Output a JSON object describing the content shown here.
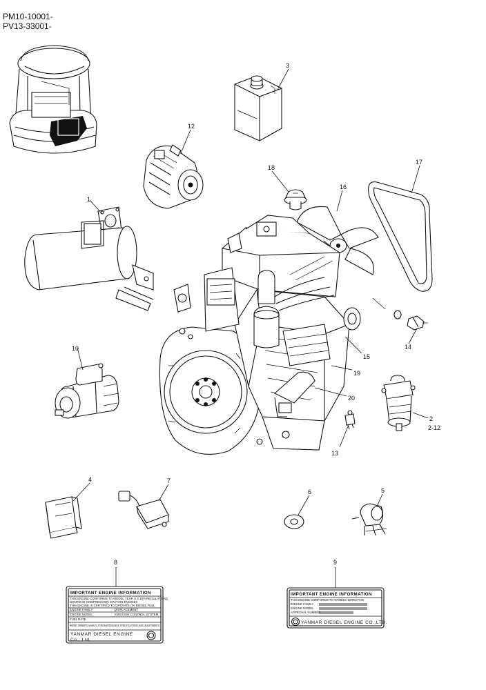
{
  "header": {
    "serial_line_1": "PM10-10001-",
    "serial_line_2": "PV13-33001-"
  },
  "callouts": {
    "c1": "1",
    "c2": "2",
    "c2b": "2-12",
    "c3": "3",
    "c4": "4",
    "c5": "5",
    "c6": "6",
    "c7": "7",
    "c8": "8",
    "c9": "9",
    "c10": "10",
    "c12": "12",
    "c13": "13",
    "c14": "14",
    "c15": "15",
    "c16": "16",
    "c17": "17",
    "c18": "18",
    "c19": "19",
    "c20": "20"
  },
  "plate_8": {
    "title": "IMPORTANT ENGINE INFORMATION",
    "line1": "THIS ENGINE CONFORMS TO MODEL YEAR U.S.EPA REGULATIONS",
    "line2": "NONROAD COMPRESSION IGNITION ENGINES",
    "line3": "THIS ENGINE IS CERTIFIED TO OPERATE ON DIESEL FUEL",
    "line4": "ENGINE FAMILY",
    "line5": "ENGINE MODEL",
    "line6": "DISPLACEMENT",
    "line7": "EMISSION CONTROL SYSTEM",
    "line8": "FUEL RATE",
    "line9": "REFER OWNER'S MANUAL FOR MAINTENANCE SPECIFICATIONS AND ADJUSTMENTS",
    "maker1": "YANMAR DIESEL ENGINE",
    "maker2": "Co., Ltd."
  },
  "plate_9": {
    "title": "IMPORTANT ENGINE INFORMATION",
    "line1": "THIS ENGINE CONFORMS TO 97/68/EC DIRECTIVE",
    "line2": "ENGINE FAMILY",
    "line3": "ENGINE MODEL",
    "line4": "APPROVAL NUMBER",
    "maker": "YANMAR DIESEL ENGINE CO.,LTD."
  }
}
